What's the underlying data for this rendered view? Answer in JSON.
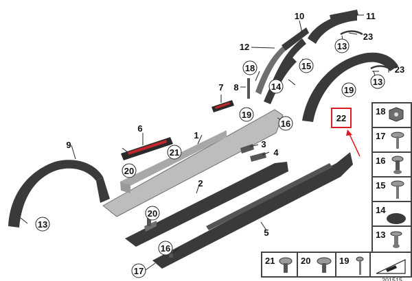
{
  "diagram": {
    "callouts": {
      "c1": "1",
      "c2": "2",
      "c3": "3",
      "c4": "4",
      "c5": "5",
      "c6": "6",
      "c7": "7",
      "c8": "8",
      "c9": "9",
      "c10": "10",
      "c11": "11",
      "c12": "12",
      "c13a": "13",
      "c13b": "13",
      "c13c": "13",
      "c14": "14",
      "c15": "15",
      "c16a": "16",
      "c16b": "16",
      "c17": "17",
      "c18": "18",
      "c19a": "19",
      "c19b": "19",
      "c20a": "20",
      "c20b": "20",
      "c21": "21",
      "c22": "22",
      "c23a": "23",
      "c23b": "23"
    },
    "fastener_panel": {
      "rows": [
        "18",
        "17",
        "16",
        "15",
        "14",
        "13"
      ]
    },
    "bottom_panel": {
      "items": [
        "21",
        "20",
        "19"
      ]
    },
    "reference_number": "201515"
  },
  "colors": {
    "part_dark": "#3a3a3a",
    "part_mid": "#6e6e6e",
    "part_light": "#bdbdbd",
    "highlight_red": "#e0191f",
    "sill_red": "#c2262c"
  }
}
